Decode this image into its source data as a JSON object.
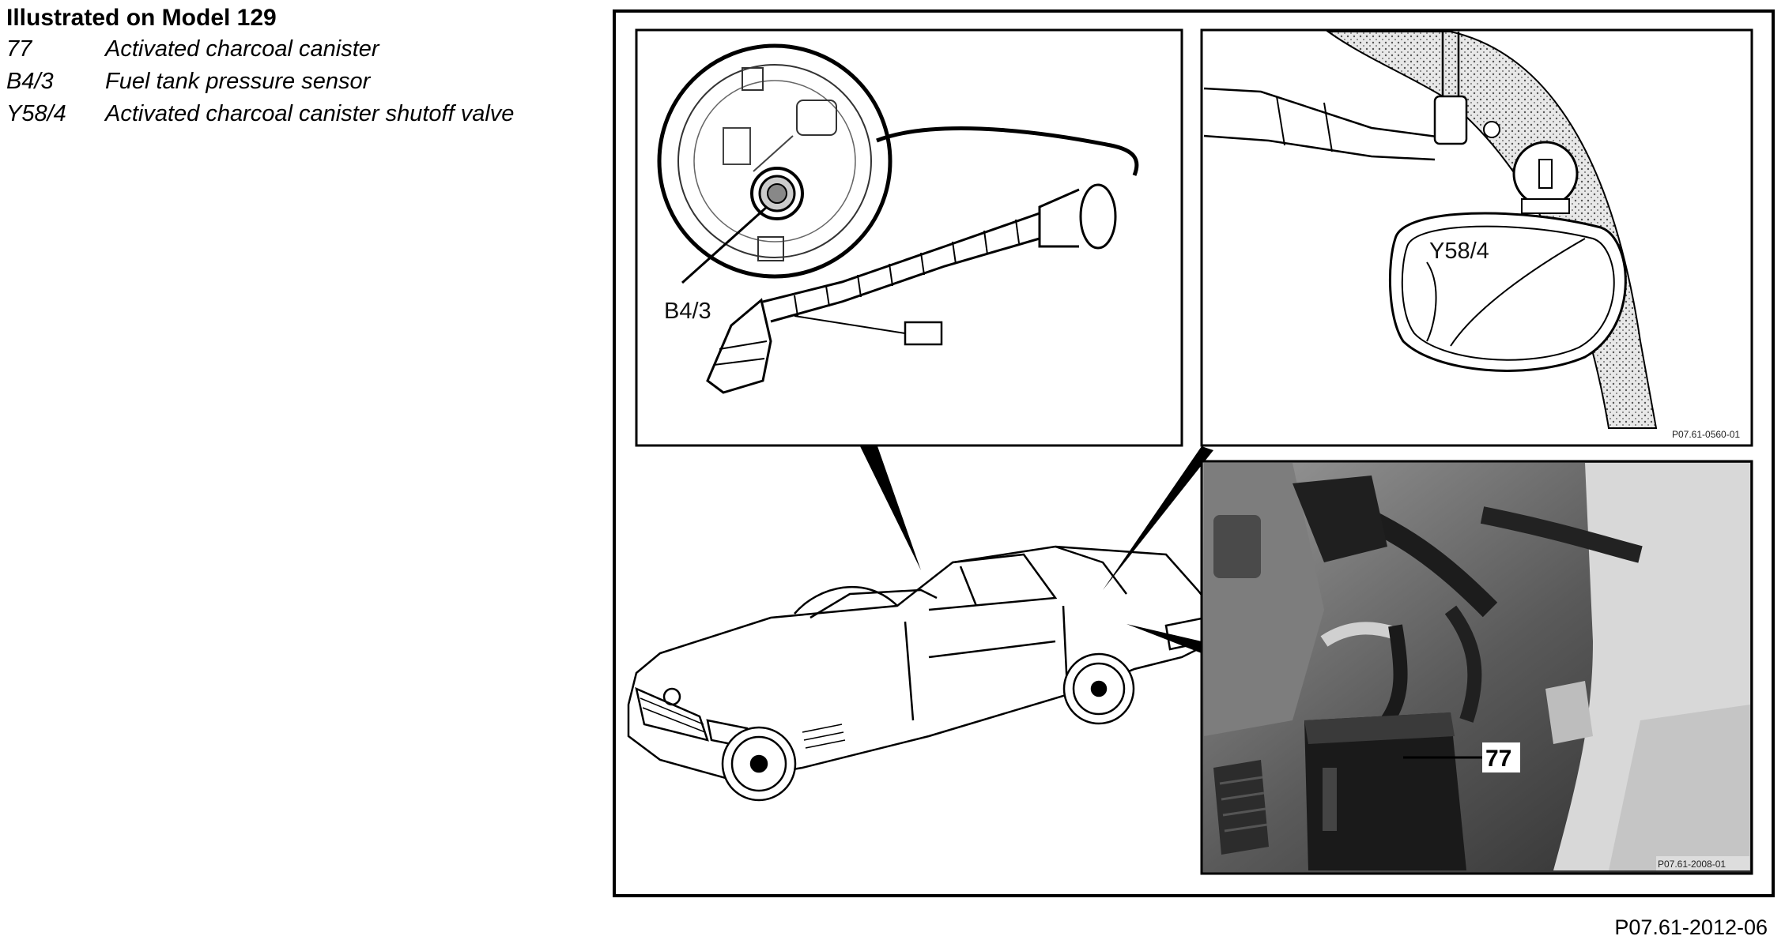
{
  "legend": {
    "title": "Illustrated on Model 129",
    "items": [
      {
        "code": "77",
        "description": "Activated charcoal canister"
      },
      {
        "code": "B4/3",
        "description": "Fuel tank pressure sensor"
      },
      {
        "code": "Y58/4",
        "description": "Activated charcoal canister shutoff valve"
      }
    ]
  },
  "figure": {
    "callouts": {
      "pressure_sensor": "B4/3",
      "shutoff_valve": "Y58/4",
      "canister": "77"
    },
    "detail_top_code": "P07.61-0560-01",
    "detail_photo_code": "P07.61-2008-01",
    "figure_code": "P07.61-2012-06"
  }
}
